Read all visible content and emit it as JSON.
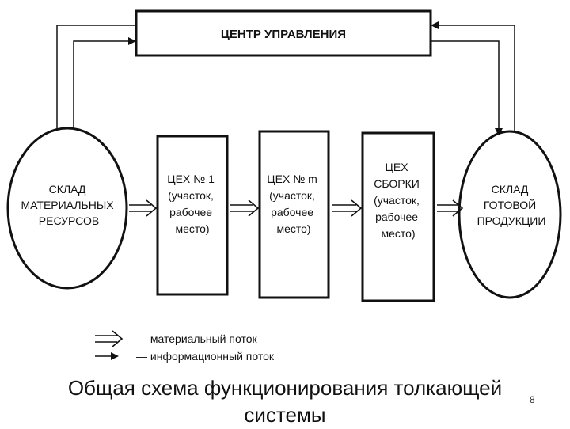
{
  "diagram": {
    "control_center": "ЦЕНТР УПРАВЛЕНИЯ",
    "warehouse_materials": [
      "СКЛАД",
      "МАТЕРИАЛЬНЫХ",
      "РЕСУРСОВ"
    ],
    "shop_1": [
      "ЦЕХ № 1",
      "(участок,",
      "рабочее",
      "место)"
    ],
    "shop_m": [
      "ЦЕХ № m",
      "(участок,",
      "рабочее",
      "место)"
    ],
    "shop_assembly": [
      "ЦЕХ",
      "СБОРКИ",
      "(участок,",
      "рабочее",
      "место)"
    ],
    "warehouse_products": [
      "СКЛАД",
      "ГОТОВОЙ",
      "ПРОДУКЦИИ"
    ]
  },
  "legend": {
    "material_flow": "— материальный поток",
    "info_flow": "— информационный поток"
  },
  "caption": [
    "Общая схема функционирования толкающей",
    "системы"
  ],
  "page_number": "8"
}
